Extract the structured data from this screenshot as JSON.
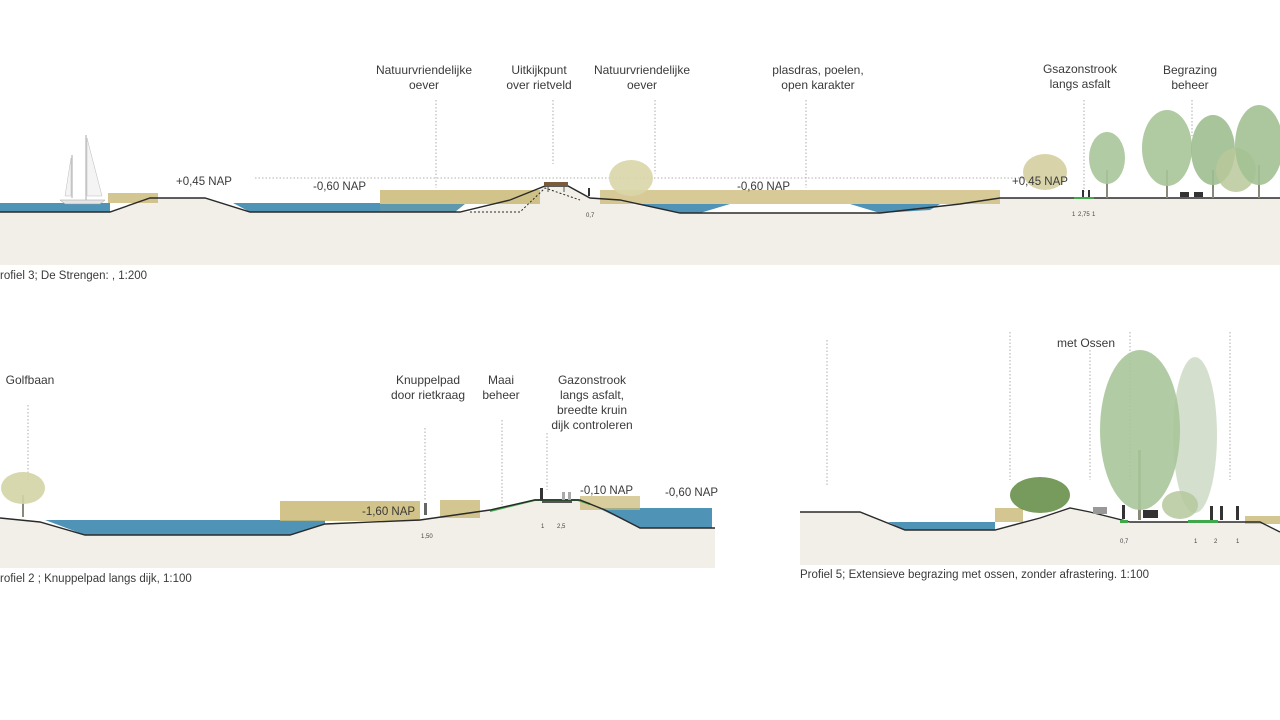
{
  "colors": {
    "water": "#4f93b6",
    "ground": "#f1efe7",
    "reed": "#c9b874",
    "grass": "#b5c896",
    "tree": "#a9c59a",
    "path_green": "#3fa84a"
  },
  "profile3": {
    "caption": "rofiel  3; De Strengen: , 1:200",
    "labels": {
      "natuur1": "Natuurvriendelijke\noever",
      "uitkijk": "Uitkijkpunt\nover rietveld",
      "natuur2": "Natuurvriendelijke\noever",
      "plasdras": "plasdras, poelen,\nopen karakter",
      "gsazon": "Gsazonstrook\nlangs asfalt",
      "begrazing": "Begrazing\nbeheer"
    },
    "levels": {
      "l1": "+0,45 NAP",
      "l2": "-0,60 NAP",
      "l3": "-0,60 NAP",
      "l4": "+0,45 NAP"
    },
    "dims": {
      "d07": "0,7",
      "d1a": "1",
      "d275": "2,75",
      "d1b": "1"
    }
  },
  "profile2": {
    "caption": "rofiel 2 ; Knuppelpad langs dijk, 1:100",
    "labels": {
      "golfbaan": "Golfbaan",
      "knuppelpad": "Knuppelpad\ndoor rietkraag",
      "maai": "Maai\nbeheer",
      "gazon": "Gazonstrook\nlangs asfalt,\nbreedte kruin\ndijk controleren"
    },
    "levels": {
      "l1": "-1,60 NAP",
      "l2": "-0,10 NAP",
      "l3": "-0,60 NAP"
    },
    "dims": {
      "d150": "1,50",
      "d1": "1",
      "d25": "2,5"
    }
  },
  "profile5": {
    "caption": "Profiel 5; Extensieve begrazing met ossen, zonder afrastering.  1:100",
    "labels": {
      "ossen": "met Ossen"
    },
    "dims": {
      "d07": "0,7",
      "d1a": "1",
      "d2": "2",
      "d1b": "1"
    }
  }
}
